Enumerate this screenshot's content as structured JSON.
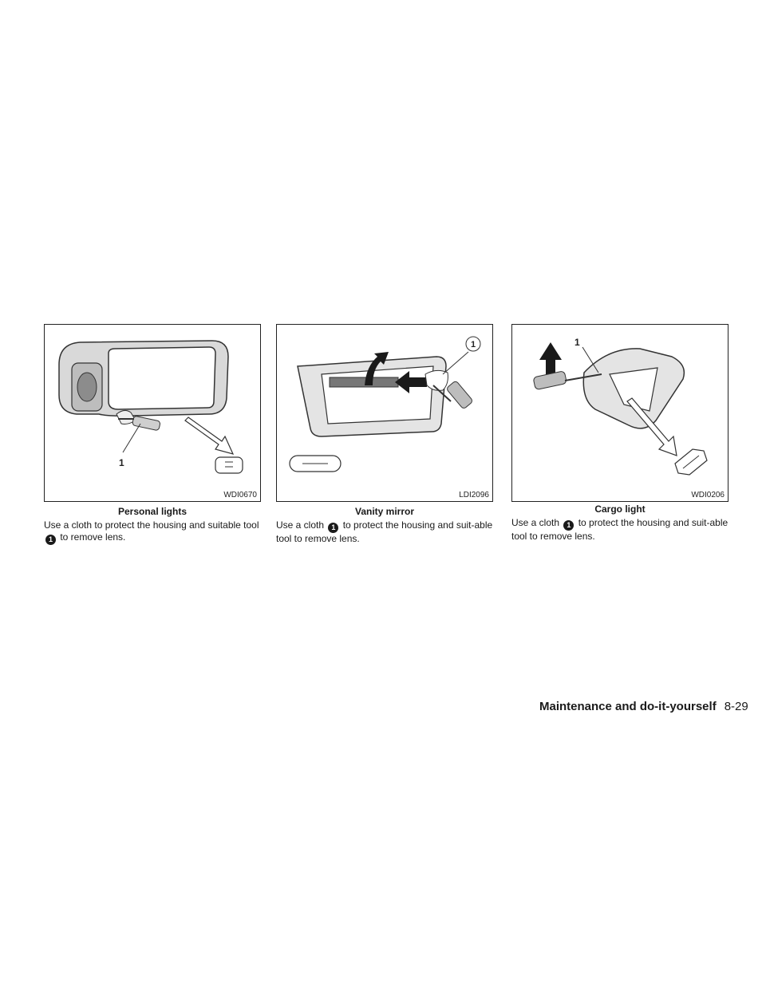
{
  "figures": [
    {
      "code": "WDI0670",
      "caption": "Personal lights",
      "callout": "1",
      "text_before": "Use a cloth to protect the housing and suitable tool",
      "text_after": "to remove lens."
    },
    {
      "code": "LDI2096",
      "caption": "Vanity mirror",
      "callout": "1",
      "text_before": "Use a cloth",
      "text_after": "to protect the housing and suit-able tool to remove lens."
    },
    {
      "code": "WDI0206",
      "caption": "Cargo light",
      "callout": "1",
      "text_before": "Use a cloth",
      "text_after": "to protect the housing and suit-able tool to remove lens."
    }
  ],
  "footer": {
    "section": "Maintenance and do-it-yourself",
    "page": "8-29"
  }
}
